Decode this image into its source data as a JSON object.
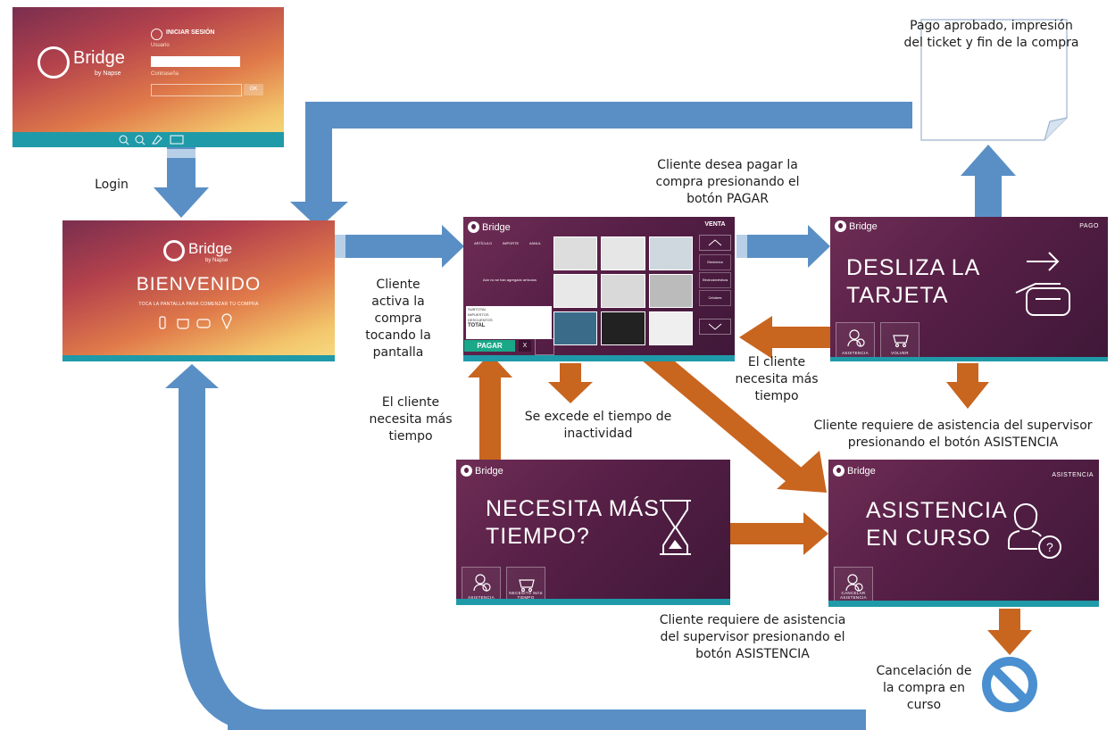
{
  "captions": {
    "login": "Login",
    "cliente_activa": [
      "Cliente",
      "activa la",
      "compra",
      "tocando la",
      "pantalla"
    ],
    "cliente_desea_pagar": [
      "Cliente desea pagar la",
      "compra presionando el",
      "botón PAGAR"
    ],
    "pago_aprobado": [
      "Pago aprobado, impresión",
      "del ticket y fin de la compra"
    ],
    "necesita_mas_tiempo_right": [
      "El cliente",
      "necesita más",
      "tiempo"
    ],
    "necesita_mas_tiempo_left": [
      "El cliente",
      "necesita más",
      "tiempo"
    ],
    "excede_tiempo": [
      "Se excede el tiempo de",
      "inactividad"
    ],
    "asistencia_pago": [
      "Cliente requiere de asistencia del supervisor",
      "presionando el botón ASISTENCIA"
    ],
    "asistencia_tiempo": [
      "Cliente requiere de asistencia",
      "del supervisor presionando el",
      "botón ASISTENCIA"
    ],
    "cancelacion": [
      "Cancelación de",
      "la compra en",
      "curso"
    ]
  },
  "screens": {
    "login": {
      "brand": "Bridge",
      "brand_sub": "by Napse",
      "header": "INICIAR SESIÓN",
      "user_label": "Usuario",
      "password_label": "Contraseña",
      "ok": "OK"
    },
    "welcome": {
      "brand": "Bridge",
      "brand_sub": "by Napse",
      "title": "BIENVENIDO",
      "subtitle": "TOCA LA PANTALLA PARA COMENZAR TU COMPRA"
    },
    "sale": {
      "brand": "Bridge",
      "headers": [
        "ARTÍCULO",
        "IMPORTE",
        "#ANUL"
      ],
      "empty_msg": "Aún no se han agregado artículos",
      "totals": [
        "SUBTOTAL",
        "IMPUESTOS",
        "DESCUENTOS"
      ],
      "total": "TOTAL",
      "pay": "PAGAR",
      "cancel": "X",
      "venta": "VENTA",
      "side_buttons": [
        "Electrónica",
        "Electrodomésticos",
        "Celulares"
      ]
    },
    "payment": {
      "brand": "Bridge",
      "tag": "PAGO",
      "title": [
        "DESLIZA LA",
        "TARJETA"
      ],
      "btn_assist": "ASISTENCIA",
      "btn_back": "VOLVER"
    },
    "timeout": {
      "brand": "Bridge",
      "title": [
        "NECESITA MÁS",
        "TIEMPO?"
      ],
      "btn_assist": "ASISTENCIA",
      "btn_more": "NECESITO MÁS TIEMPO"
    },
    "assist": {
      "brand": "Bridge",
      "tag": "ASISTENCIA",
      "title": [
        "ASISTENCIA",
        "EN CURSO"
      ],
      "btn_cancel": "CANCELAR ASISTENCIA"
    }
  },
  "colors": {
    "blue_arrow": "#5a8fc5",
    "orange_arrow": "#c8651f",
    "teal_bar": "#1f9aa8",
    "purple": "#561f46"
  }
}
